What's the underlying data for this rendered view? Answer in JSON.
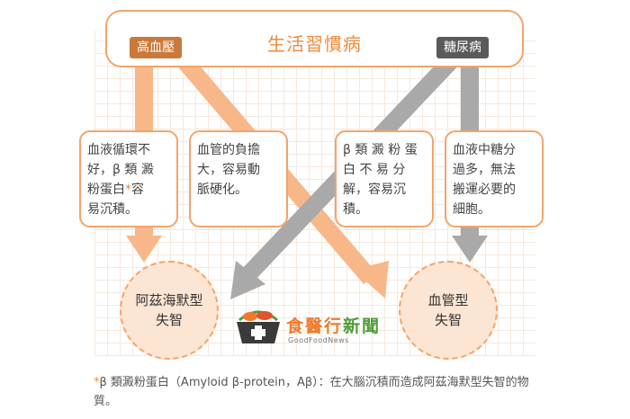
{
  "title": "生活習慣病",
  "tags": {
    "hypertension": "高血壓",
    "diabetes": "糖尿病"
  },
  "descriptions": [
    {
      "lines": [
        "血液循環不",
        "好，β 類 澱",
        "粉蛋白",
        "易沉積。"
      ],
      "star_suffix": "容",
      "star": "*"
    },
    {
      "lines": [
        "血管的負擔",
        "大，容易動",
        "脈硬化。"
      ]
    },
    {
      "lines": [
        "β 類 澱 粉 蛋",
        "白 不 易 分",
        "解，容易沉",
        "積。"
      ]
    },
    {
      "lines": [
        "血液中糖分",
        "過多，無法",
        "搬運必要的",
        "細胞。"
      ]
    }
  ],
  "outcomes": {
    "alzheimer": [
      "阿茲海默型",
      "失智"
    ],
    "vascular": [
      "血管型",
      "失智"
    ]
  },
  "logo": {
    "name_orange": "食醫行",
    "name_green": "新聞",
    "sub": "GoodFoodNews"
  },
  "footnote": {
    "star": "*",
    "text": "β 類澱粉蛋白（Amyloid β-protein，Aβ）：在大腦沉積而造成阿茲海默型失智的物質。"
  },
  "colors": {
    "orange": "#f4a468",
    "gray": "#a8a8a8",
    "circle_fill": "#fce5d3"
  }
}
